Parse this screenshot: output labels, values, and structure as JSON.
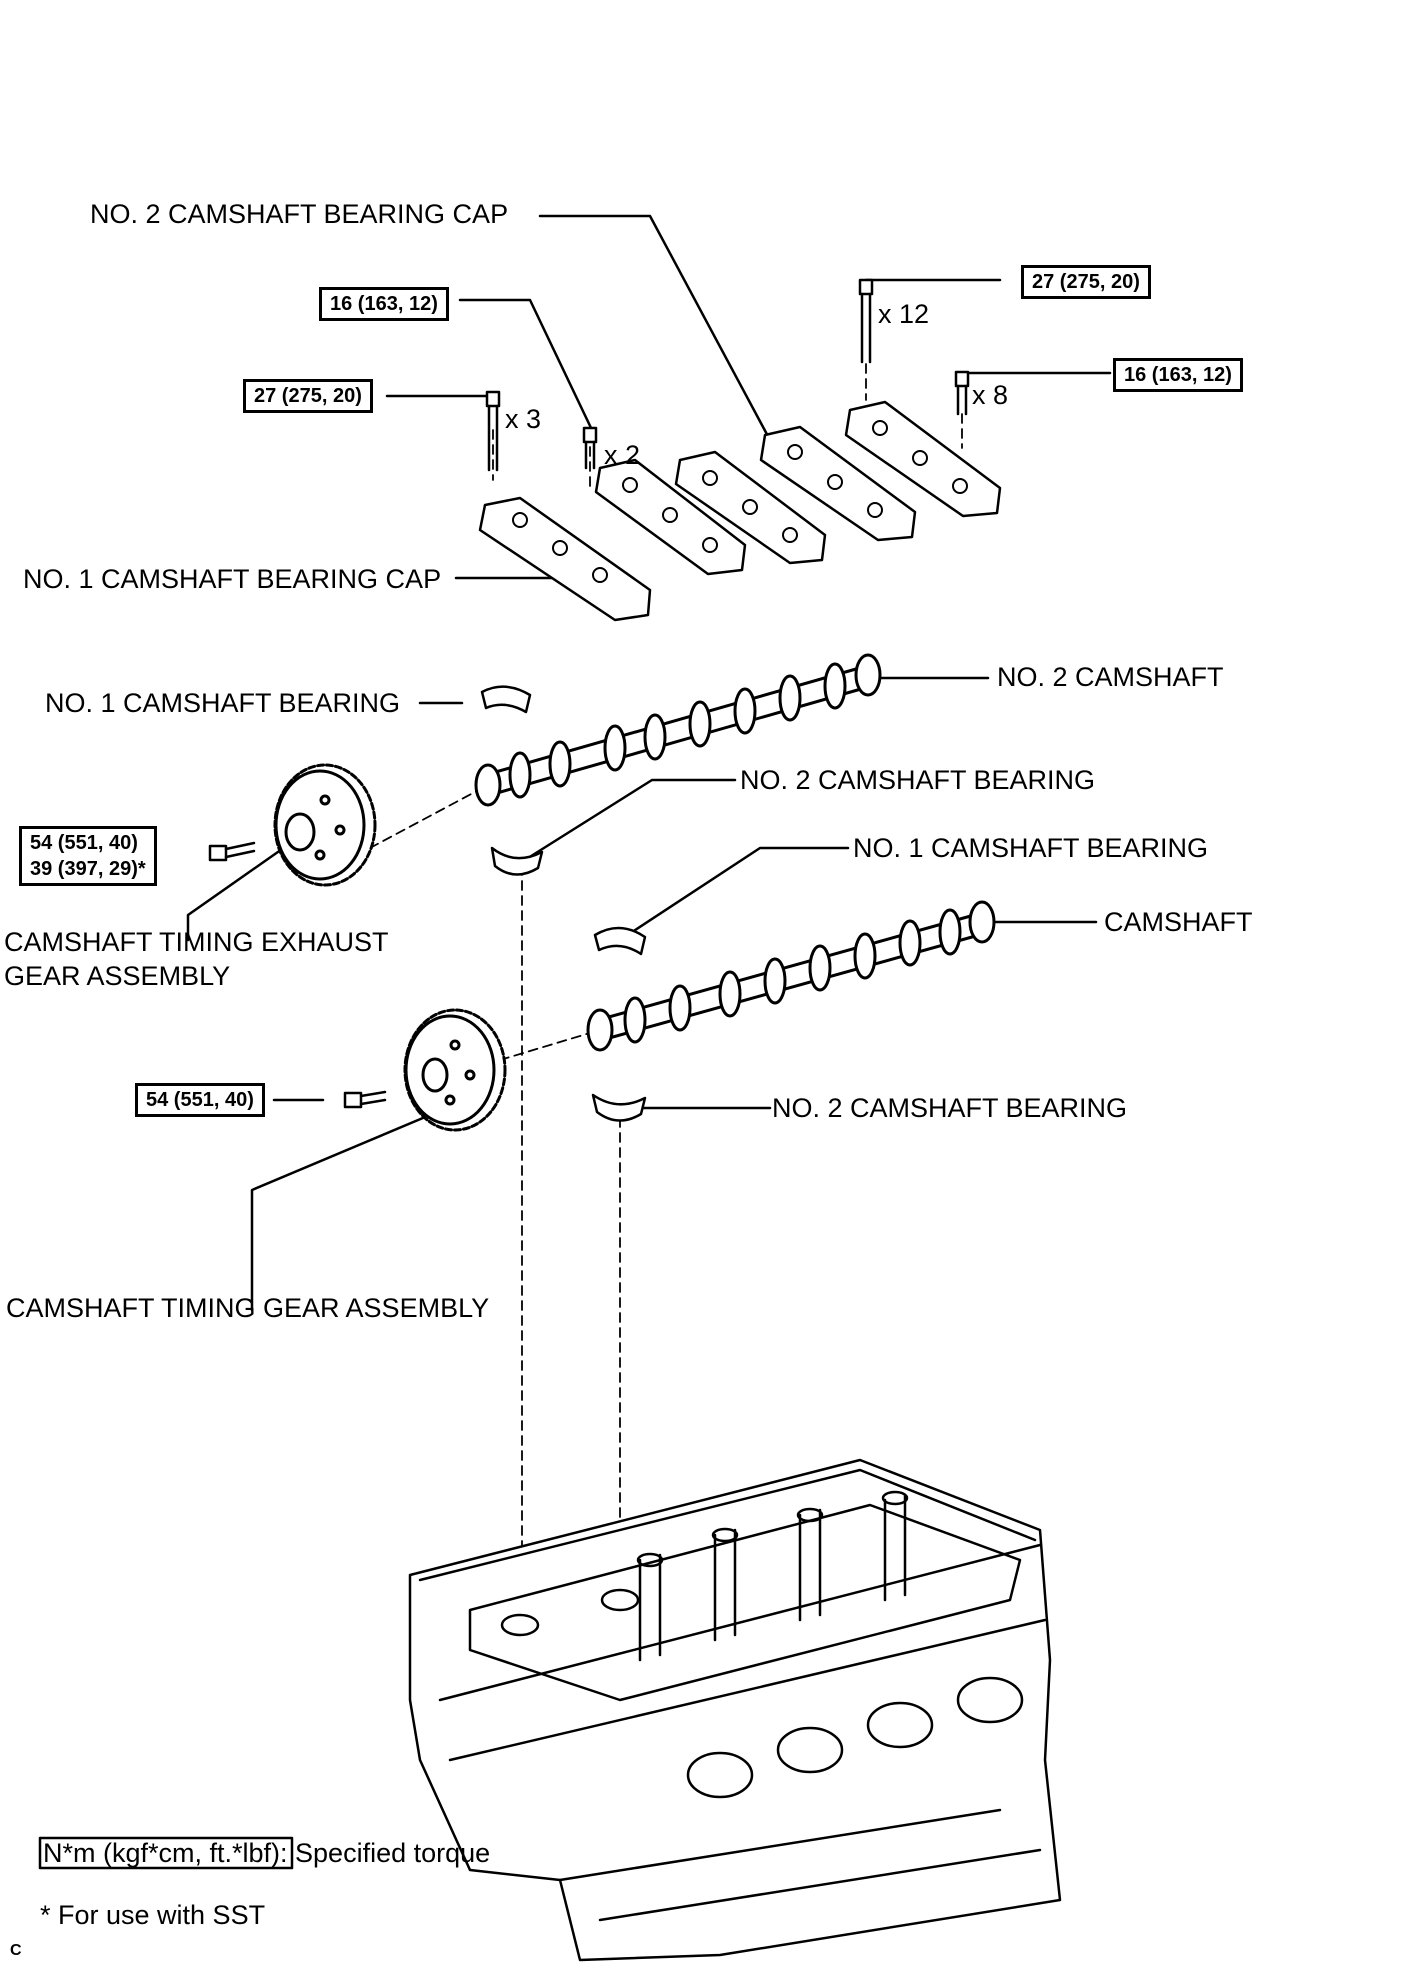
{
  "labels": {
    "no2_cap": "NO. 2 CAMSHAFT BEARING CAP",
    "no1_cap": "NO. 1 CAMSHAFT BEARING CAP",
    "no1_bearing_upper": "NO. 1 CAMSHAFT BEARING",
    "no2_camshaft": "NO. 2 CAMSHAFT",
    "no2_bearing_upper": "NO. 2 CAMSHAFT BEARING",
    "no1_bearing_lower": "NO. 1 CAMSHAFT BEARING",
    "camshaft": "CAMSHAFT",
    "no2_bearing_lower": "NO. 2 CAMSHAFT BEARING",
    "exhaust_gear_line1": "CAMSHAFT TIMING EXHAUST",
    "exhaust_gear_line2": "GEAR ASSEMBLY",
    "timing_gear": "CAMSHAFT TIMING GEAR ASSEMBLY"
  },
  "torques": {
    "t1": "16 (163, 12)",
    "t2": "27 (275, 20)",
    "t3": "27 (275, 20)",
    "t4": "16 (163, 12)",
    "t5_line1": "54 (551, 40)",
    "t5_line2": "39 (397, 29)*",
    "t6": "54 (551, 40)"
  },
  "quantities": {
    "q1": "x 3",
    "q2": "x 2",
    "q3": "x 12",
    "q4": "x 8"
  },
  "legend": {
    "unit": "N*m (kgf*cm, ft.*lbf)",
    "description": ": Specified torque",
    "sst_note": "* For use with SST"
  },
  "corner_mark": "C"
}
